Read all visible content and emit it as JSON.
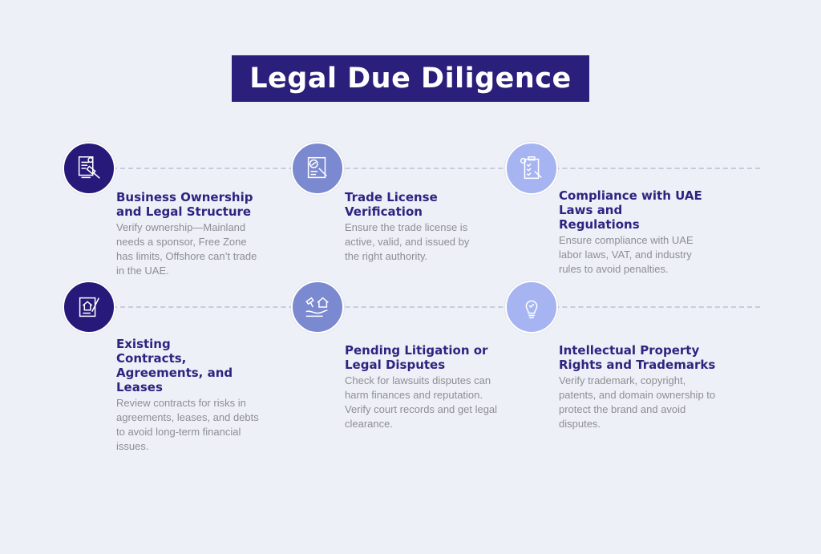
{
  "title": "Legal Due Diligence",
  "colors": {
    "dark": "#26197a",
    "mid": "#7b8ad0",
    "light": "#a6b5f2",
    "background": "#eef0f8"
  },
  "items": [
    {
      "heading": "Business Ownership and Legal Structure",
      "body": "Verify ownership—Mainland needs a sponsor, Free Zone has limits, Offshore can’t trade in the UAE.",
      "icon": "document-gavel-icon"
    },
    {
      "heading": "Trade License Verification",
      "body": "Ensure the trade license is active, valid, and issued by the right authority.",
      "icon": "license-magnifier-icon"
    },
    {
      "heading": "Compliance with UAE Laws and Regulations",
      "body": "Ensure compliance with UAE labor laws, VAT, and industry rules to avoid penalties.",
      "icon": "checklist-gavel-icon"
    },
    {
      "heading": "Existing Contracts, Agreements, and Leases",
      "body": "Review contracts for risks in agreements, leases, and debts to avoid long-term financial issues.",
      "icon": "contract-pen-icon"
    },
    {
      "heading": "Pending Litigation or Legal Disputes",
      "body": "Check for lawsuits disputes can harm finances and reputation. Verify court records and get legal clearance.",
      "icon": "gavel-house-hand-icon"
    },
    {
      "heading": "Intellectual Property Rights and Trademarks",
      "body": "Verify trademark, copyright, patents, and domain ownership to protect the brand and avoid disputes.",
      "icon": "lightbulb-check-icon"
    }
  ]
}
